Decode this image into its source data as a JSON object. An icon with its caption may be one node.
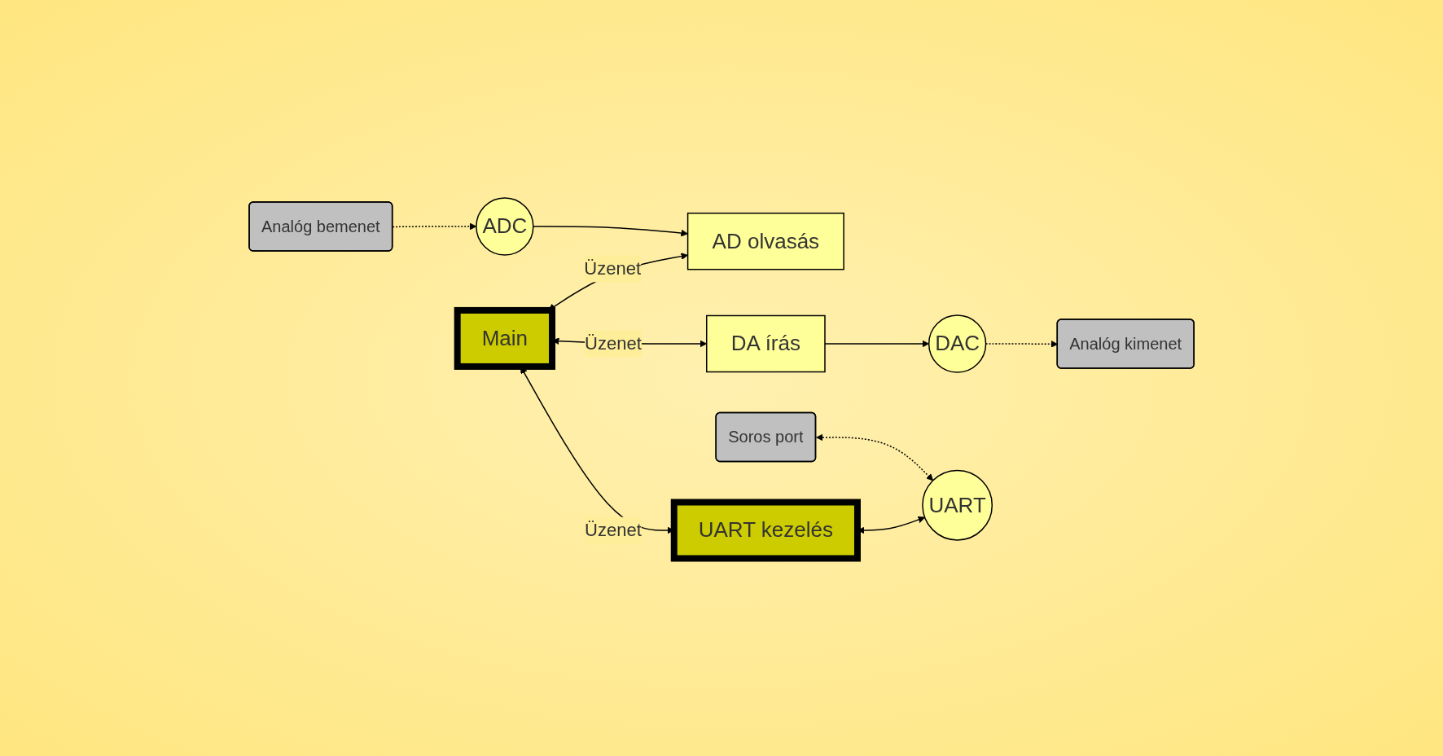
{
  "diagram": {
    "nodes": [
      {
        "text": [
          "ADC"
        ]
      },
      {
        "text": [
          "AD olvasás"
        ]
      },
      {
        "text": [
          "Analóg bemenet"
        ]
      },
      {
        "text": [
          "Main"
        ]
      },
      {
        "text": [
          "Soros port"
        ]
      },
      {
        "text": [
          "UART kezelés"
        ]
      },
      {
        "text": [
          "DAC"
        ]
      },
      {
        "text": [
          "DA írás"
        ]
      },
      {
        "text": [
          "UART"
        ]
      },
      {
        "text": [
          "Analóg kimenet"
        ]
      }
    ],
    "edges": [
      {
        "from": 0,
        "to": 1,
        "arrow": "to"
      },
      {
        "from": 2,
        "to": 0,
        "arrow": "to",
        "style": "dashed"
      },
      {
        "from": 3,
        "to": 1,
        "arrow": "both",
        "label": "Üzenet"
      },
      {
        "from": 3,
        "to": 5,
        "arrow": "both",
        "label": "Üzenet"
      },
      {
        "from": 4,
        "to": 8,
        "arrow": "both",
        "style": "dashed"
      },
      {
        "from": 5,
        "to": 8,
        "arrow": "both"
      },
      {
        "from": 7,
        "to": 6,
        "arrow": "to"
      },
      {
        "from": 3,
        "to": 7,
        "arrow": "both",
        "label": "Üzenet"
      },
      {
        "from": 6,
        "to": 9,
        "arrow": "to",
        "style": "dashed"
      }
    ]
  }
}
